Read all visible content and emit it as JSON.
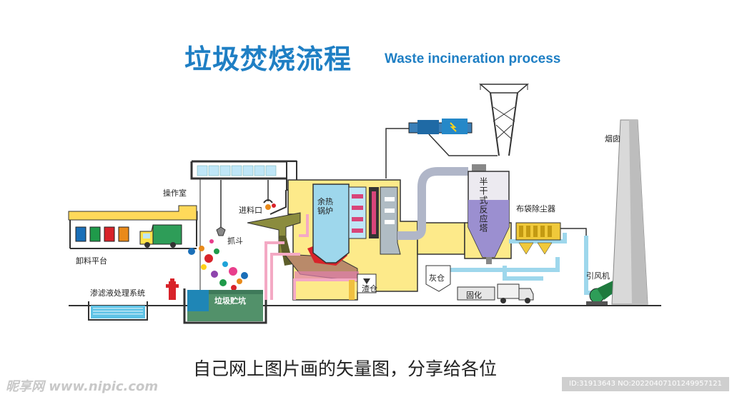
{
  "header": {
    "title_cn": "垃圾焚烧流程",
    "title_en": "Waste incineration process"
  },
  "labels": {
    "control_room": "操作室",
    "feed_inlet": "进料口",
    "waste_heat_boiler": "余热锅炉",
    "semi_dry_reactor": "半干式反应塔",
    "bag_filter": "布袋除尘器",
    "chimney": "烟囱",
    "grab": "抓斗",
    "unloading_platform": "卸料平台",
    "leachate_system": "渗滤液处理系统",
    "waste_pit": "垃圾贮坑",
    "slag_bin": "渣仓",
    "ash_bin": "灰仓",
    "solidification": "固化",
    "induced_fan": "引风机"
  },
  "footer": {
    "caption": "自己网上图片画的矢量图，分享给各位",
    "watermark_left": "昵享网 www.nipic.com",
    "watermark_right": "ID:31913643 NO:20220407101249957121"
  },
  "colors": {
    "title": "#1f7fc4",
    "boiler_fill": "#fdea8a",
    "pipe_pink": "#f4a9c4",
    "flue_blue": "#9ed7ec",
    "structure_dark": "#333333",
    "bin_colors": [
      "#1a6fb8",
      "#1f9a4a",
      "#d8232a",
      "#e98a1a"
    ]
  }
}
